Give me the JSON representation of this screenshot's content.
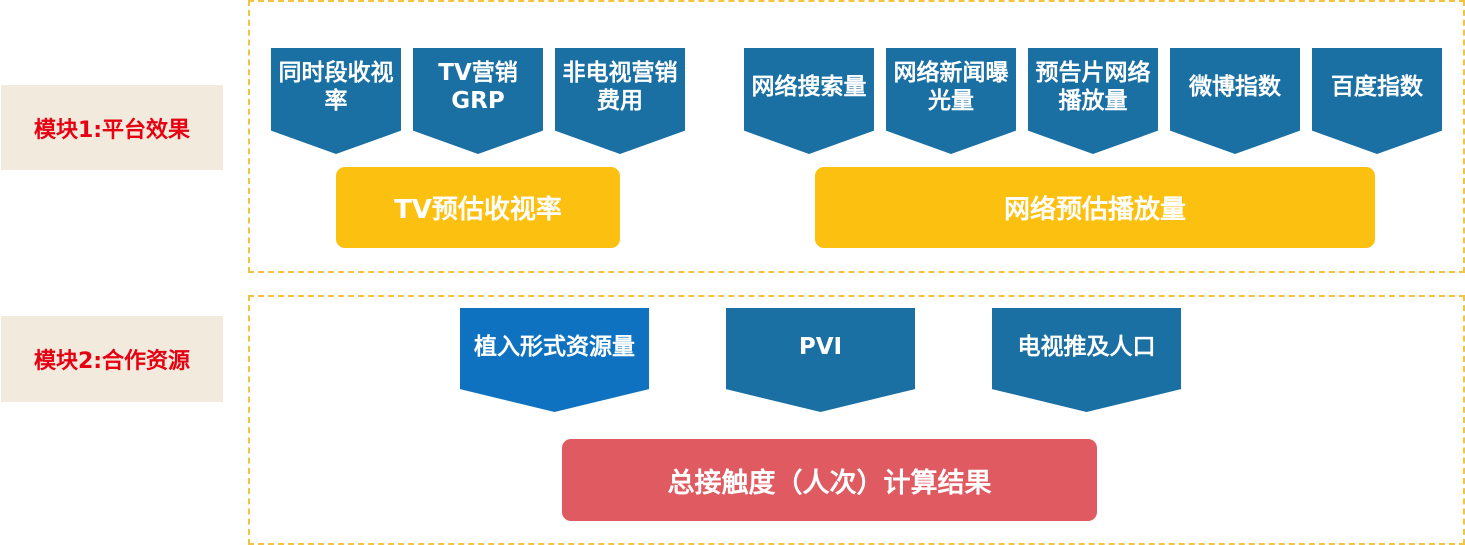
{
  "modules": [
    {
      "label": "模块1:平台效果"
    },
    {
      "label": "模块2:合作资源"
    }
  ],
  "module1": {
    "tv_inputs": [
      "同时段收视率",
      "TV营销GRP",
      "非电视营销费用"
    ],
    "net_inputs": [
      "网络搜索量",
      "网络新闻曝光量",
      "预告片网络播放量",
      "微博指数",
      "百度指数"
    ],
    "tv_result": "TV预估收视率",
    "net_result": "网络预估播放量"
  },
  "module2": {
    "inputs": [
      "植入形式资源量",
      "PVI",
      "电视推及人口"
    ],
    "result": "总接触度（人次）计算结果"
  },
  "colors": {
    "label_bg": "#f2ebdd",
    "label_text": "#e60012",
    "chevron": "#1a6fa3",
    "chevron_highlight": "#0f72c1",
    "yellow": "#fcc010",
    "red": "#e05a61",
    "dashed_border": "#f5c342"
  }
}
